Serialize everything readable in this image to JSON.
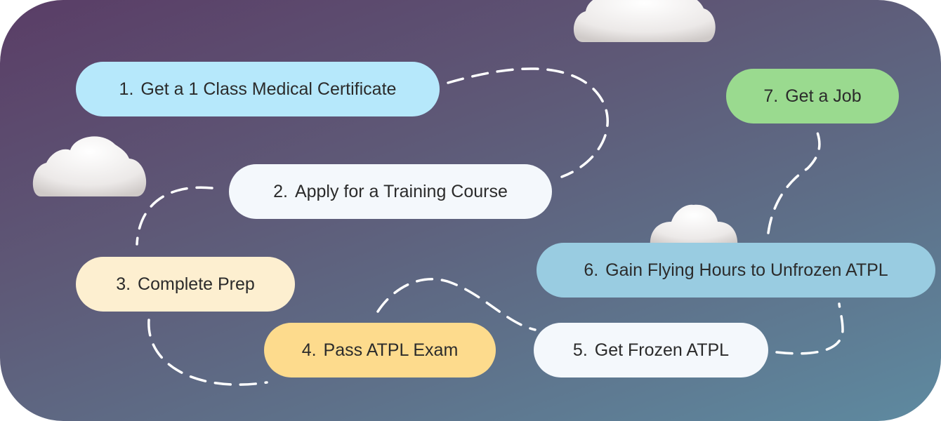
{
  "steps": [
    {
      "num": "1.",
      "label": "Get a 1 Class Medical Certificate",
      "color": "#b6e8fb"
    },
    {
      "num": "2.",
      "label": "Apply for a Training Course",
      "color": "#f4f8fc"
    },
    {
      "num": "3.",
      "label": "Complete Prep",
      "color": "#fdefd0"
    },
    {
      "num": "4.",
      "label": "Pass ATPL Exam",
      "color": "#fddb8d"
    },
    {
      "num": "5.",
      "label": "Get Frozen ATPL",
      "color": "#f4f8fc"
    },
    {
      "num": "6.",
      "label": "Gain Flying Hours to Unfrozen ATPL",
      "color": "#99cce1"
    },
    {
      "num": "7.",
      "label": "Get a Job",
      "color": "#9ada8f"
    }
  ],
  "connector_style": "white dashed curve",
  "background_colors": [
    "#5a3d66",
    "#5e8aa0"
  ]
}
